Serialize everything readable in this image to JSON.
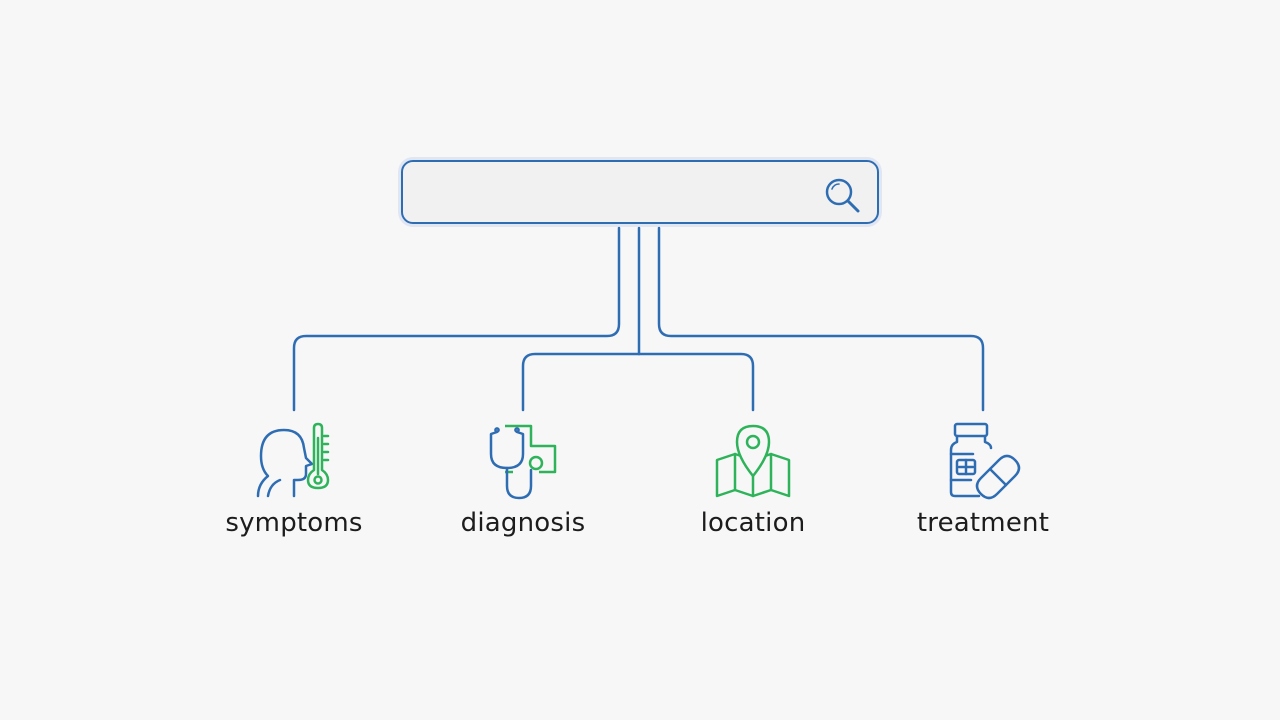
{
  "search": {
    "value": "",
    "placeholder": ""
  },
  "branches": [
    {
      "label": "symptoms",
      "icon": "person-thermometer-icon"
    },
    {
      "label": "diagnosis",
      "icon": "stethoscope-cross-icon"
    },
    {
      "label": "location",
      "icon": "map-pin-icon"
    },
    {
      "label": "treatment",
      "icon": "medicine-bottle-pill-icon"
    }
  ],
  "colors": {
    "blue": "#2f6db3",
    "green": "#2eb35a",
    "background": "#f7f7f8",
    "text": "#1c1c1c"
  }
}
